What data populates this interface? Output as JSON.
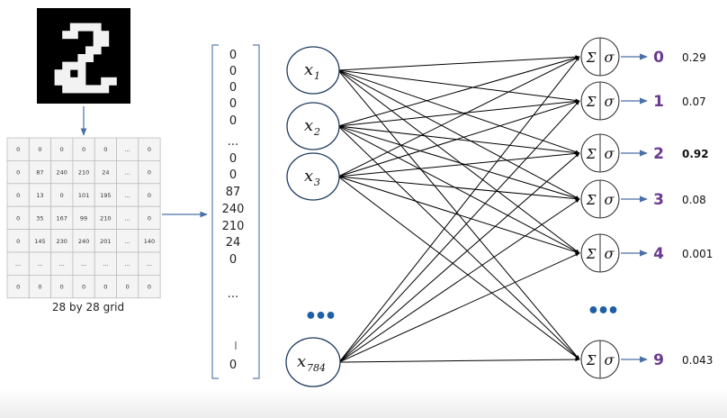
{
  "digit_image": {
    "label": "2",
    "pattern": [
      "..........",
      "...####...",
      "..##..##..",
      "......##..",
      ".....##...",
      "....##....",
      "..###.....",
      ".##.#.....",
      ".####..##.",
      "..######.."
    ]
  },
  "grid": {
    "rows": [
      [
        "0",
        "0",
        "0",
        "0",
        "0",
        "...",
        "0"
      ],
      [
        "0",
        "87",
        "240",
        "210",
        "24",
        "...",
        "0"
      ],
      [
        "0",
        "13",
        "0",
        "101",
        "195",
        "...",
        "0"
      ],
      [
        "0",
        "35",
        "167",
        "99",
        "210",
        "...",
        "0"
      ],
      [
        "0",
        "145",
        "230",
        "240",
        "201",
        "...",
        "140"
      ],
      [
        "...",
        "...",
        "...",
        "...",
        "...",
        "...",
        "..."
      ],
      [
        "0",
        "0",
        "0",
        "0",
        "0",
        "0",
        "0"
      ]
    ],
    "caption": "28 by 28 grid"
  },
  "vector": {
    "values": [
      "0",
      "0",
      "0",
      "0",
      "0",
      "...",
      "0",
      "0",
      "87",
      "240",
      "210",
      "24",
      "0",
      "...",
      "0"
    ]
  },
  "inputs": {
    "nodes": [
      {
        "base": "x",
        "sub": "1"
      },
      {
        "base": "x",
        "sub": "2"
      },
      {
        "base": "x",
        "sub": "3"
      },
      {
        "base": "x",
        "sub": "784"
      }
    ],
    "ellipsis": "•••"
  },
  "outputs": {
    "sum_symbol": "Σ",
    "activation_symbol": "σ",
    "ellipsis": "•••",
    "neurons": [
      {
        "digit": "0",
        "prob": "0.29"
      },
      {
        "digit": "1",
        "prob": "0.07"
      },
      {
        "digit": "2",
        "prob": "0.92"
      },
      {
        "digit": "3",
        "prob": "0.08"
      },
      {
        "digit": "4",
        "prob": "0.001"
      },
      {
        "digit": "9",
        "prob": "0.043"
      }
    ]
  },
  "colors": {
    "digit_purple": "#6b3a8c",
    "arrow_blue": "#4a6fa5",
    "ellipsis_blue": "#1f5fa8",
    "cell_border": "#bdbdbd",
    "cell_fill": "#f4f4f4"
  }
}
